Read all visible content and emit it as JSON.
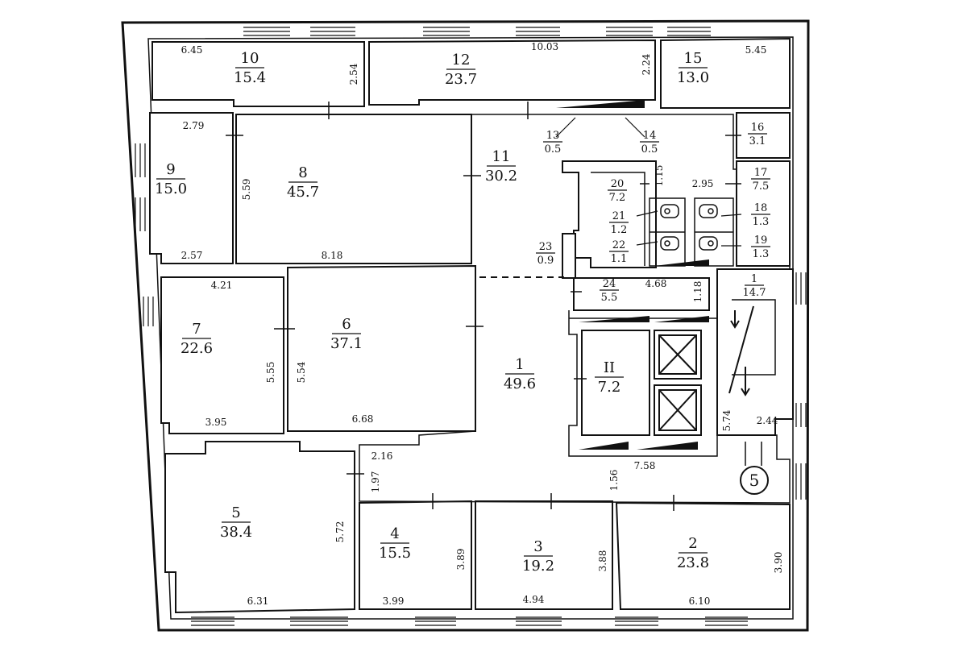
{
  "rooms": [
    {
      "id": "r1",
      "number": "1",
      "area": "49.6"
    },
    {
      "id": "r2",
      "number": "2",
      "area": "23.8"
    },
    {
      "id": "r3",
      "number": "3",
      "area": "19.2"
    },
    {
      "id": "r4",
      "number": "4",
      "area": "15.5"
    },
    {
      "id": "r5",
      "number": "5",
      "area": "38.4"
    },
    {
      "id": "r6",
      "number": "6",
      "area": "37.1"
    },
    {
      "id": "r7",
      "number": "7",
      "area": "22.6"
    },
    {
      "id": "r8",
      "number": "8",
      "area": "45.7"
    },
    {
      "id": "r9",
      "number": "9",
      "area": "15.0"
    },
    {
      "id": "r10",
      "number": "10",
      "area": "15.4"
    },
    {
      "id": "r11",
      "number": "11",
      "area": "30.2"
    },
    {
      "id": "r12",
      "number": "12",
      "area": "23.7"
    },
    {
      "id": "r13",
      "number": "13",
      "area": "0.5"
    },
    {
      "id": "r14",
      "number": "14",
      "area": "0.5"
    },
    {
      "id": "r15",
      "number": "15",
      "area": "13.0"
    },
    {
      "id": "r16",
      "number": "16",
      "area": "3.1"
    },
    {
      "id": "r17",
      "number": "17",
      "area": "7.5"
    },
    {
      "id": "r18",
      "number": "18",
      "area": "1.3"
    },
    {
      "id": "r19",
      "number": "19",
      "area": "1.3"
    },
    {
      "id": "r20",
      "number": "20",
      "area": "7.2"
    },
    {
      "id": "r21",
      "number": "21",
      "area": "1.2"
    },
    {
      "id": "r22",
      "number": "22",
      "area": "1.1"
    },
    {
      "id": "r23",
      "number": "23",
      "area": "0.9"
    },
    {
      "id": "r24",
      "number": "24",
      "area": "5.5"
    },
    {
      "id": "stair1",
      "number": "1",
      "area": "14.7"
    },
    {
      "id": "lift2",
      "number": "II",
      "area": "7.2"
    }
  ],
  "dimensions": [
    "6.45",
    "2.54",
    "10.03",
    "2.24",
    "5.45",
    "2.79",
    "5.59",
    "2.57",
    "8.18",
    "1.15",
    "2.95",
    "4.21",
    "5.55",
    "5.54",
    "3.95",
    "6.68",
    "4.68",
    "1.18",
    "5.74",
    "2.44",
    "2.16",
    "1.97",
    "1.56",
    "7.58",
    "5.72",
    "6.31",
    "3.89",
    "3.99",
    "3.88",
    "4.94",
    "3.90",
    "6.10"
  ],
  "marker": "5"
}
